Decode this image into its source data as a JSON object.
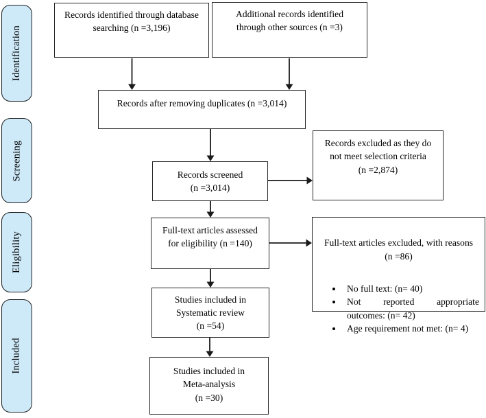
{
  "figure": {
    "background": "#ffffff",
    "stage_fill": "#cee9f8",
    "stage_labels": [
      "Identification",
      "Screening",
      "Eligibility",
      "Included"
    ],
    "boxes": {
      "database_search": "Records identified through database\nsearching (n =3,196)",
      "other_sources": "Additional records identified\nthrough other sources (n =3)",
      "duplicates_removed": "Records after removing duplicates (n =3,014)",
      "records_screened": "Records screened\n(n =3,014)",
      "records_excluded": "Records excluded as they do\nnot meet selection criteria\n(n =2,874)",
      "fulltext_assessed": "Full-text articles assessed\nfor eligibility (n =140)",
      "fulltext_excluded_header": "Full-text articles excluded, with reasons\n(n =86)",
      "fulltext_excluded_reasons": [
        "No full text: (n= 40)",
        "Not reported appropriate outcomes: (n= 42)",
        "Age requirement not met: (n= 4)"
      ],
      "systematic_review": "Studies included in\nSystematic review\n(n =54)",
      "meta_analysis": "Studies included in\nMeta-analysis\n(n =30)"
    }
  }
}
